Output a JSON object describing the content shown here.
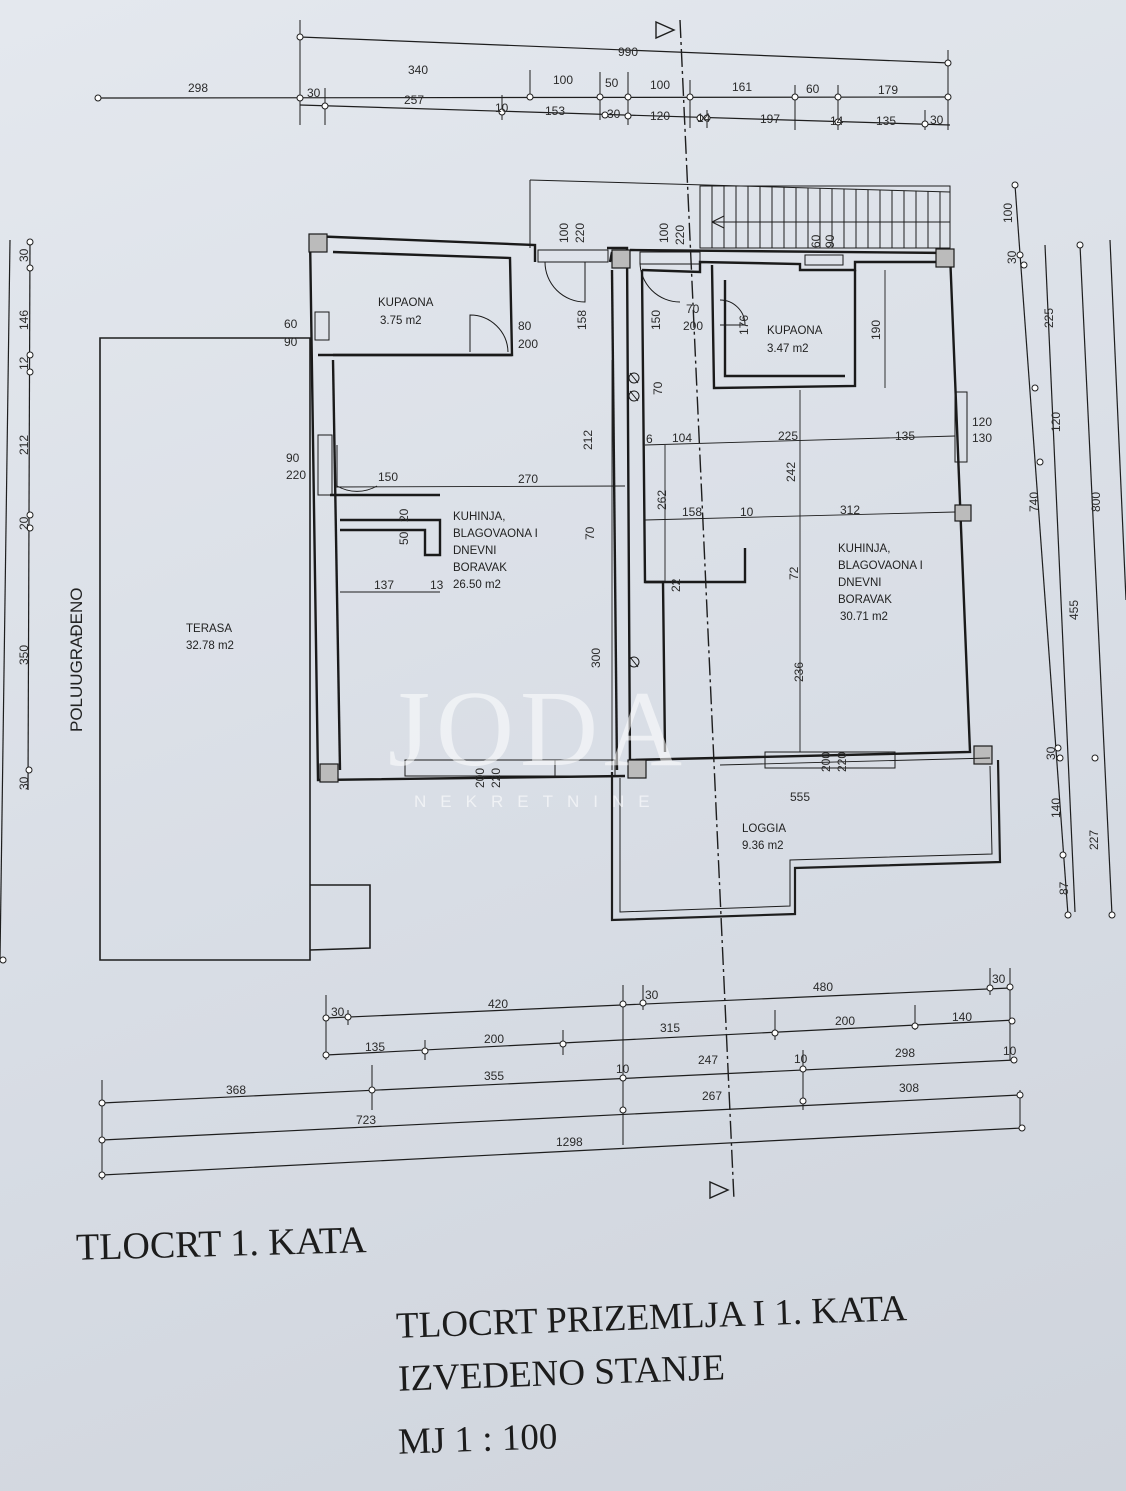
{
  "plan": {
    "rooms": {
      "kupaona_left": {
        "name": "KUPAONA",
        "area": "3.75 m2"
      },
      "kupaona_right": {
        "name": "KUPAONA",
        "area": "3.47 m2"
      },
      "kitchen_left": {
        "line1": "KUHINJA,",
        "line2": "BLAGOVAONA I",
        "line3": "DNEVNI",
        "line4": "BORAVAK",
        "area": "26.50 m2"
      },
      "kitchen_right": {
        "line1": "KUHINJA,",
        "line2": "BLAGOVAONA I",
        "line3": "DNEVNI",
        "line4": "BORAVAK",
        "area": "30.71 m2"
      },
      "terasa": {
        "name": "TERASA",
        "area": "32.78 m2"
      },
      "loggia": {
        "name": "LOGGIA",
        "area": "9.36 m2"
      }
    },
    "side_label": "POLUUGRAĐENO",
    "dims_top": {
      "total": "990",
      "row1": [
        "298",
        "340",
        "100",
        "50",
        "100",
        "161",
        "60",
        "179"
      ],
      "row2": [
        "30",
        "257",
        "10",
        "153",
        "30",
        "120",
        "14",
        "197",
        "14",
        "135",
        "30"
      ]
    },
    "dims_bottom": {
      "row1": [
        "30",
        "420",
        "30",
        "480",
        "30"
      ],
      "row2": [
        "135",
        "200",
        "315",
        "200",
        "140"
      ],
      "row3": [
        "368",
        "355",
        "10",
        "247",
        "10",
        "298",
        "10"
      ],
      "row4": [
        "723",
        "267",
        "308"
      ],
      "total": "1298"
    },
    "dims_right": {
      "inner": [
        "100",
        "30",
        "225",
        "120",
        "455",
        "30",
        "140",
        "87"
      ],
      "mid": "740",
      "total": "800",
      "tail": "227"
    },
    "dims_left": [
      "30",
      "146",
      "12",
      "212",
      "20",
      "350",
      "30"
    ],
    "interior_dims": {
      "w60": "60",
      "w90a": "90",
      "w80": "80",
      "w200a": "200",
      "d100a": "100",
      "d220a": "220",
      "d100b": "100",
      "d220b": "220",
      "d70": "70",
      "d200b": "200",
      "d60": "60",
      "d90b": "90",
      "d158": "158",
      "d150": "150",
      "d176": "176",
      "d190": "190",
      "d70b": "70",
      "w90b": "90",
      "w220": "220",
      "d150b": "150",
      "d270": "270",
      "d212": "212",
      "d6": "6",
      "d104": "104",
      "d225": "225",
      "d135": "135",
      "d120": "120",
      "d130": "130",
      "d242": "242",
      "d262": "262",
      "d158b": "158",
      "d10": "10",
      "d312": "312",
      "d20": "20",
      "d50": "50",
      "d70c": "70",
      "d137": "137",
      "d13": "13",
      "d22": "22",
      "d72": "72",
      "d300": "300",
      "d236": "236",
      "d200c": "200",
      "d220c": "220",
      "d200d": "200",
      "d220d": "220",
      "d555": "555"
    }
  },
  "titles": {
    "floor": "TLOCRT  1. KATA",
    "main1": "TLOCRT PRIZEMLJA I 1. KATA",
    "main2": "IZVEDENO STANJE",
    "scale": "MJ 1 : 100"
  },
  "watermark": {
    "name": "JODA",
    "sub": "NEKRETNINE"
  }
}
